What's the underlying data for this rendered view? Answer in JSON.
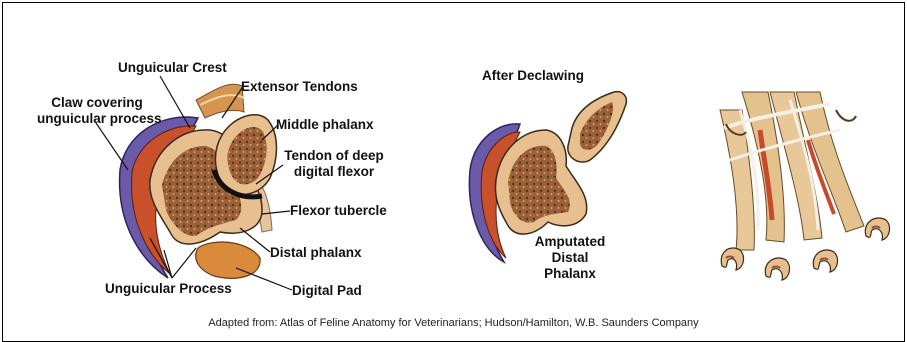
{
  "labels": {
    "unguicular_crest": "Unguicular Crest",
    "extensor_tendons": "Extensor Tendons",
    "claw_covering_line1": "Claw covering",
    "claw_covering_line2": "unguicular process",
    "middle_phalanx": "Middle phalanx",
    "tendon_deep_line1": "Tendon of deep",
    "tendon_deep_line2": "digital flexor",
    "flexor_tubercle": "Flexor tubercle",
    "distal_phalanx": "Distal phalanx",
    "unguicular_process": "Unguicular Process",
    "digital_pad": "Digital Pad",
    "after_declawing": "After Declawing",
    "amputated_line1": "Amputated",
    "amputated_line2": "Distal",
    "amputated_line3": "Phalanx"
  },
  "credit": "Adapted from: Atlas of Feline Anatomy for Veterinarians; Hudson/Hamilton, W.B. Saunders Company",
  "colors": {
    "bone": "#e8c090",
    "marrow": "#8a5530",
    "claw_purple": "#6a5aa8",
    "claw_red": "#c8502a",
    "tendon": "#d9a060",
    "outline": "#3a2a1a"
  }
}
